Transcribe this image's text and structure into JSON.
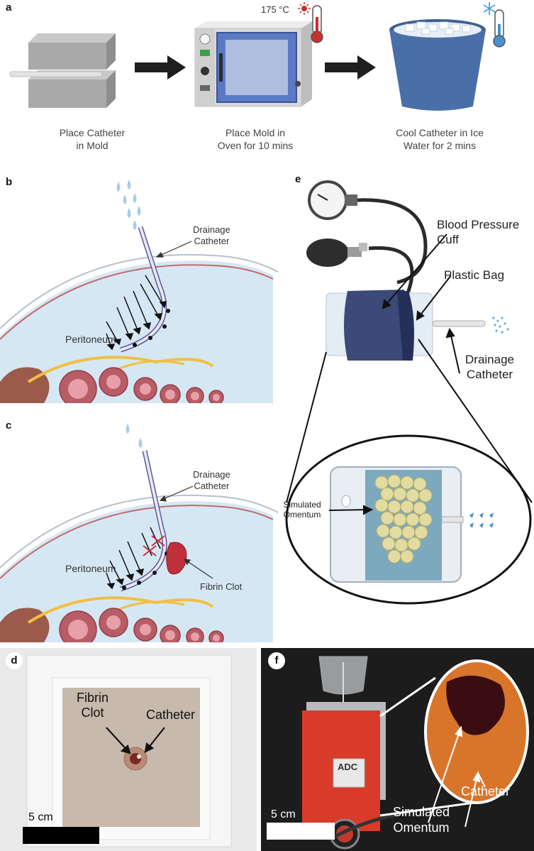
{
  "panel_a": {
    "label": "a",
    "temperature": "175 °C",
    "steps": [
      {
        "line1": "Place Catheter",
        "line2": "in Mold"
      },
      {
        "line1": "Place Mold in",
        "line2": "Oven for 10 mins"
      },
      {
        "line1": "Cool Catheter in Ice",
        "line2": "Water for 2 mins"
      }
    ],
    "icons": [
      "mold-icon",
      "oven-icon",
      "thermometer-hot-icon",
      "ice-bucket-icon",
      "snowflake-icon",
      "thermometer-cold-icon",
      "arrow-right-icon"
    ]
  },
  "panel_b": {
    "label": "b",
    "catheter_line1": "Drainage",
    "catheter_line2": "Catheter",
    "region": "Peritoneum"
  },
  "panel_c": {
    "label": "c",
    "catheter_line1": "Drainage",
    "catheter_line2": "Catheter",
    "region": "Peritoneum",
    "clot": "Fibrin Clot"
  },
  "panel_d": {
    "label": "d",
    "clot_line1": "Fibrin",
    "clot_line2": "Clot",
    "catheter": "Catheter",
    "scale": "5 cm"
  },
  "panel_e": {
    "label": "e",
    "cuff_line1": "Blood Pressure",
    "cuff_line2": "Cuff",
    "bag": "Plastic Bag",
    "catheter_line1": "Drainage",
    "catheter_line2": "Catheter",
    "omentum_line1": "Simulated",
    "omentum_line2": "Omentum"
  },
  "panel_f": {
    "label": "f",
    "catheter": "Catheter",
    "omentum_line1": "Simulated",
    "omentum_line2": "Omentum",
    "scale": "5 cm",
    "bag_brand": "ADC"
  },
  "colors": {
    "cavity": "#d6e7f4",
    "tissue": "#b85c66",
    "fat": "#f0c040",
    "clot": "#c0303a",
    "cuff": "#3b4a78",
    "photo_bg_d": "#c8b9ad",
    "photo_bg_f": "#1a1a1a",
    "red_bag": "#d83b2a"
  }
}
